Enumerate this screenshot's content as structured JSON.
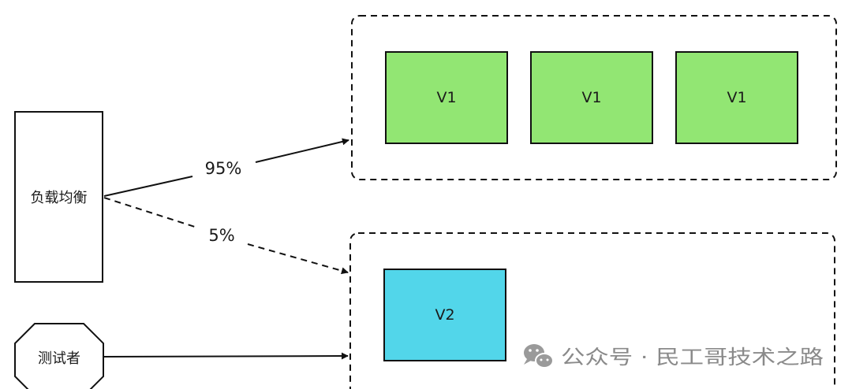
{
  "diagram": {
    "load_balancer": {
      "label": "负载均衡"
    },
    "tester": {
      "label": "测试者"
    },
    "edges": {
      "to_v1": {
        "label": "95%"
      },
      "to_v2": {
        "label": "5%"
      }
    },
    "v1_group": {
      "nodes": [
        {
          "label": "V1"
        },
        {
          "label": "V1"
        },
        {
          "label": "V1"
        }
      ]
    },
    "v2_group": {
      "nodes": [
        {
          "label": "V2"
        }
      ]
    }
  },
  "colors": {
    "v1_fill": "#92e673",
    "v2_fill": "#52d6ea",
    "stroke": "#111111"
  },
  "watermark": {
    "icon": "wechat-icon",
    "text": "公众号 · 民工哥技术之路"
  }
}
